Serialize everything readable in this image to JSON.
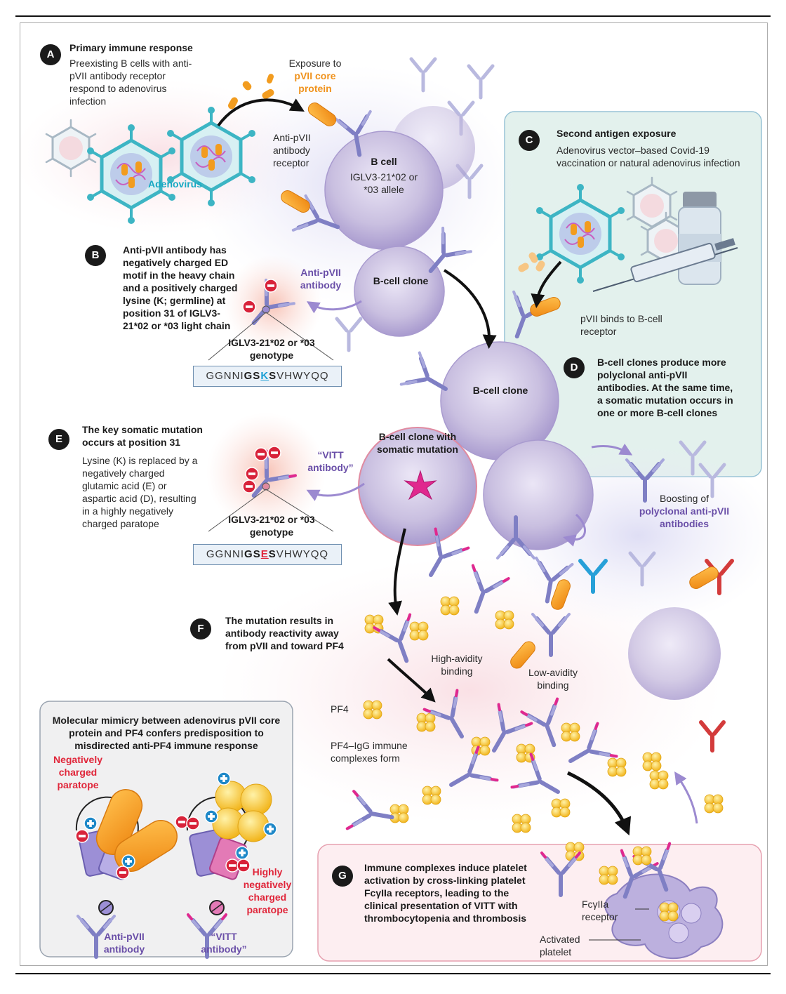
{
  "panelA": {
    "letter": "A",
    "title": "Primary immune response",
    "text": "Preexisting B cells with anti-pVII antibody receptor respond to adenovirus infection",
    "virus_label": "Adenovirus",
    "exposure_line1": "Exposure to",
    "exposure_line2": "pVII core protein",
    "receptor_label": "Anti-pVII antibody receptor",
    "bcell_title": "B cell",
    "bcell_allele": "IGLV3-21*02 or *03 allele"
  },
  "panelB": {
    "letter": "B",
    "text": "Anti-pVII antibody has negatively charged ED motif in the heavy chain and a positively charged lysine (K; germline) at position 31 of IGLV3-21*02 or *03 light chain",
    "antibody_label": "Anti-pVII antibody",
    "clone_label": "B-cell clone",
    "genotype": "IGLV3-21*02 or *03 genotype",
    "seq_pre": "GGNNI",
    "seq_bold1": "GS",
    "seq_mut": "K",
    "seq_bold2": "S",
    "seq_post": "VHWYQQ"
  },
  "panelC": {
    "letter": "C",
    "title": "Second antigen exposure",
    "text": "Adenovirus vector–based Covid-19 vaccination or natural adenovirus infection",
    "binds_label": "pVII binds to B-cell receptor"
  },
  "panelD": {
    "letter": "D",
    "text": "B-cell clones produce more polyclonal anti-pVII antibodies. At the same time, a somatic mutation occurs in one or more B-cell clones",
    "clone_label": "B-cell clone",
    "boost_line1": "Boosting of",
    "boost_line2": "polyclonal anti-pVII antibodies"
  },
  "panelE": {
    "letter": "E",
    "title": "The key somatic mutation occurs at position 31",
    "text": "Lysine (K) is replaced by a negatively charged glutamic acid (E) or aspartic acid (D), resulting in a highly negatively charged paratope",
    "vitt_label": "“VITT antibody”",
    "clone_label": "B-cell clone with somatic mutation",
    "genotype": "IGLV3-21*02 or *03 genotype",
    "seq_pre": "GGNNI",
    "seq_bold1": "GS",
    "seq_mut": "E",
    "seq_bold2": "S",
    "seq_post": "VHWYQQ"
  },
  "panelF": {
    "letter": "F",
    "text": "The mutation results in antibody reactivity away from pVII and toward PF4",
    "high_avidity": "High-avidity binding",
    "low_avidity": "Low-avidity binding",
    "pf4_label": "PF4",
    "complex_label": "PF4–IgG immune complexes form"
  },
  "panelG": {
    "letter": "G",
    "text": "Immune complexes induce platelet activation by cross-linking platelet FcγIIa receptors, leading to the clinical presentation of VITT with thrombocytopenia and thrombosis",
    "receptor_label": "FcγIIa receptor",
    "platelet_label": "Activated platelet"
  },
  "mimicry": {
    "title": "Molecular mimicry between adenovirus pVII core protein and PF4 confers predisposition to misdirected anti-PF4 immune response",
    "neg_paratope": "Negatively charged paratope",
    "high_neg_paratope": "Highly negatively charged paratope",
    "anti_pvii": "Anti-pVII antibody",
    "vitt": "“VITT antibody”"
  },
  "colors": {
    "cell": "#c9bfe0",
    "antibody": "#7f7fc4",
    "pvii": "#f29c1f",
    "pf4": "#f6c93a",
    "virus": "#3db5c4",
    "negative": "#d8233a",
    "positive": "#1e88c8",
    "mutation": "#e0288e"
  }
}
